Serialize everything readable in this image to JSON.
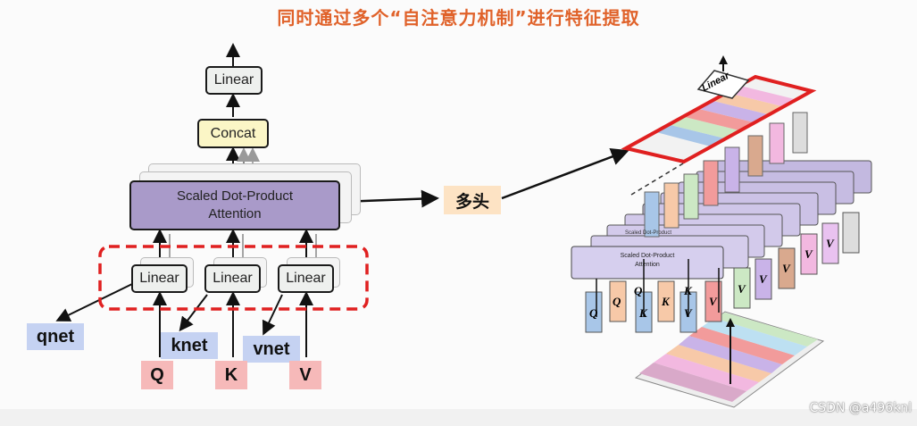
{
  "title": "同时通过多个“自注意力机制”进行特征提取",
  "left": {
    "top_linear": "Linear",
    "concat": "Concat",
    "attention_line1": "Scaled Dot-Product",
    "attention_line2": "Attention",
    "linear_q": "Linear",
    "linear_k": "Linear",
    "linear_v": "Linear",
    "qnet": "qnet",
    "knet": "knet",
    "vnet": "vnet",
    "q": "Q",
    "k": "K",
    "v": "V"
  },
  "multi_head_label": "多头",
  "right": {
    "linear": "Linear",
    "attention_line1": "Scaled Dot-Product",
    "attention_line2": "Attention",
    "stacked_attention_label": "Scaled Dot-Product",
    "inputs": [
      "Q",
      "Q",
      "K",
      "K",
      "V",
      "V",
      "V",
      "V",
      "V",
      "V",
      "V",
      "K",
      "Q"
    ]
  },
  "watermark": "CSDN @a496knl",
  "colors": {
    "title": "#e0622a",
    "highlight": "#e02020",
    "attention": "#a99ac9"
  }
}
